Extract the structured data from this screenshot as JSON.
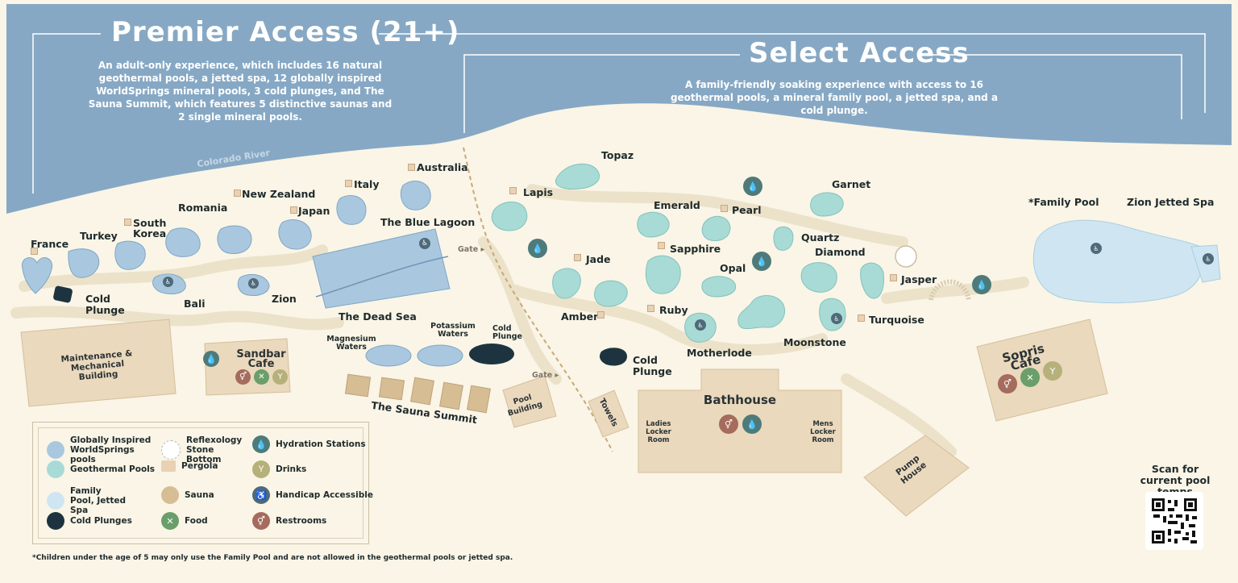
{
  "premier": {
    "title": "Premier Access (21+)",
    "description": "An adult-only experience, which includes 16 natural geothermal pools, a jetted spa, 12 globally inspired WorldSprings mineral pools, 3 cold plunges, and The Sauna Summit, which features 5 distinctive saunas and 2 single mineral pools."
  },
  "select": {
    "title": "Select Access",
    "description": "A family-friendly soaking experience with access to 16 geothermal pools, a mineral family pool, a jetted spa, and a cold plunge."
  },
  "river": "Colorado River",
  "worldsprings_pools": [
    "France",
    "Turkey",
    "South Korea",
    "Romania",
    "New Zealand",
    "Japan",
    "Italy",
    "Australia",
    "Bali",
    "Zion"
  ],
  "premier_labels": {
    "blue_lagoon": "The Blue Lagoon",
    "dead_sea": "The Dead Sea",
    "cold_plunge_1": "Cold Plunge",
    "magnesium": "Magnesium Waters",
    "potassium": "Potassium Waters",
    "cold_plunge_2": "Cold Plunge",
    "sauna_summit": "The Sauna Summit"
  },
  "gates": [
    "Gate ▸",
    "Gate ▸"
  ],
  "geothermal_pools": [
    "Topaz",
    "Lapis",
    "Emerald",
    "Pearl",
    "Garnet",
    "Quartz",
    "Sapphire",
    "Jade",
    "Opal",
    "Diamond",
    "Jasper",
    "Amber",
    "Ruby",
    "Motherlode",
    "Moonstone",
    "Turquoise"
  ],
  "select_labels": {
    "cold_plunge_3": "Cold Plunge",
    "family_pool": "*Family Pool",
    "zion_jetted_spa": "Zion Jetted Spa"
  },
  "buildings": {
    "maintenance": "Maintenance & Mechanical Building",
    "sandbar": "Sandbar Cafe",
    "pool_building": "Pool Building",
    "towels": "Towels",
    "bathhouse": "Bathhouse",
    "ladies": "Ladies Locker Room",
    "mens": "Mens Locker Room",
    "pump_house": "Pump House",
    "sopris": "Sopris Cafe"
  },
  "legend": [
    {
      "label": "Globally Inspired WorldSprings pools",
      "icon": "worldsprings-swatch",
      "color": "#a9c8df"
    },
    {
      "label": "Reflexology Stone Bottom",
      "icon": "reflexology-icon",
      "color": "#ffffff"
    },
    {
      "label": "Hydration Stations",
      "icon": "water-drop-icon",
      "color": "#4e7a7a"
    },
    {
      "label": "Geothermal Pools",
      "icon": "geothermal-swatch",
      "color": "#a8dbd6"
    },
    {
      "label": "Pergola",
      "icon": "pergola-icon",
      "color": "#e8d2b3"
    },
    {
      "label": "Drinks",
      "icon": "drink-icon",
      "color": "#b6b07a"
    },
    {
      "label": "Family Pool, Jetted Spa",
      "icon": "family-pool-swatch",
      "color": "#cfe6f2"
    },
    {
      "label": "Sauna",
      "icon": "sauna-swatch",
      "color": "#d6bd94"
    },
    {
      "label": "Handicap Accessible",
      "icon": "accessible-icon",
      "color": "#4f6a78"
    },
    {
      "label": "Cold Plunges",
      "icon": "cold-plunge-swatch",
      "color": "#1d3440"
    },
    {
      "label": "Food",
      "icon": "food-icon",
      "color": "#6a9e6a"
    },
    {
      "label": "Restrooms",
      "icon": "restroom-icon",
      "color": "#a56b5c"
    }
  ],
  "qr_caption": "Scan for current pool temps",
  "footnote": "*Children under the age of 5 may only use the Family Pool and are not allowed in the geothermal pools or jetted spa.",
  "colors": {
    "river": "#86a8c4",
    "ground": "#faf5e6",
    "worldsprings": "#a9c8df",
    "geothermal": "#a8dbd6",
    "family": "#cfe6f2",
    "cold": "#1d3440",
    "building": "#ead9bd",
    "sauna": "#d6bd94"
  }
}
